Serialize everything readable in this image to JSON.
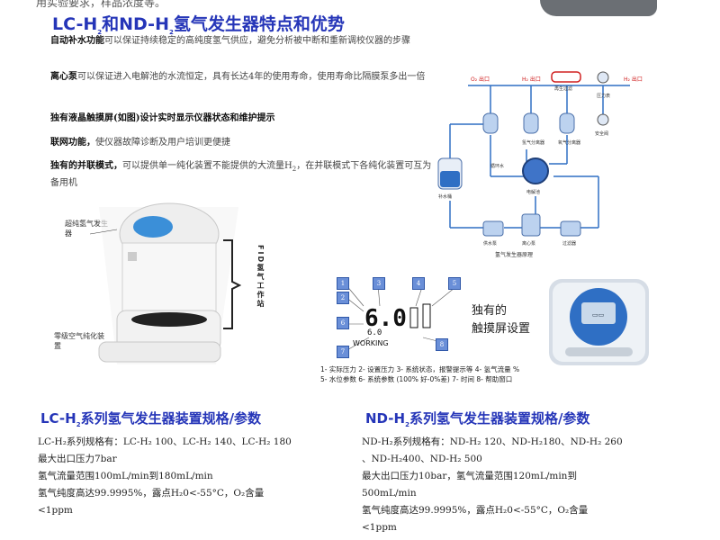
{
  "top_cut_text": "用实验要求，样品浓度等。",
  "main_title": {
    "prefix": "LC-H",
    "sub1": "2",
    "mid": "和ND-H",
    "sub2": "2",
    "suffix": "氢气发生器特点和优势"
  },
  "features": [
    {
      "bold": "自动补水功能",
      "text": "可以保证持续稳定的高纯度氢气供应，避免分析被中断和重新调校仪器的步骤"
    },
    {
      "bold": "离心泵",
      "text": "可以保证进入电解池的水流恒定，具有长达4年的使用寿命，使用寿命比隔膜泵多出一倍"
    },
    {
      "bold": "独有液晶触摸屏(如图)设计实时显示仪器状态和维护提示",
      "text": ""
    },
    {
      "bold": "联网功能，",
      "text": "使仪器故障诊断及用户培训更便捷"
    },
    {
      "bold": "独有的并联模式，",
      "text": "可以提供单一纯化装置不能提供的大流量H",
      "sub": "2",
      "text2": "，在并联模式下各纯化装置可互为备用机"
    }
  ],
  "generator_labels": {
    "h2_gen": "超纯氢气发生器",
    "air_gen": "零级空气纯化装置",
    "fid": "FID氢气工作站"
  },
  "flow_diagram": {
    "top_labels": [
      "O₂ 出口",
      "H₂ 出口",
      "再生过滤",
      "H₂ 出口"
    ],
    "node_labels": [
      "压力表",
      "氢气分离器",
      "氧气分离器",
      "电解池",
      "补水桶",
      "安全阀",
      "循环水",
      "供水泵",
      "离心泵",
      "过滤器"
    ],
    "bottom": "氢气发生器原理"
  },
  "touch_screen": {
    "display_value": "6.0",
    "display_sub": "6.0",
    "status": "WORKING",
    "badges": [
      "1",
      "2",
      "3",
      "4",
      "5",
      "6",
      "7",
      "8"
    ],
    "unique_line1": "独有的",
    "unique_line2": "触摸屏设置",
    "legend1": "1- 实际压力  2- 设置压力  3- 系统状态，报警提示等  4- 氢气流量 %",
    "legend2": "5- 水位参数  6- 系统参数 (100% 好-0%差)  7- 时间  8- 帮助窗口"
  },
  "lc_spec": {
    "title_prefix": "LC-H",
    "title_sub": "2",
    "title_suffix": "系列氢气发生器装置规格/参数",
    "line1": "LC-H₂系列规格有：LC-H₂ 100、LC-H₂ 140、LC-H₂ 180",
    "line2": "最大出口压力7bar",
    "line3": "氢气流量范围100mL/min到180mL/min",
    "line4": "氢气纯度高达99.9995%，露点H₂0<-55°C，O₂含量",
    "line5": "<1ppm"
  },
  "nd_spec": {
    "title_prefix": "ND-H",
    "title_sub": "2",
    "title_suffix": "系列氢气发生器装置规格/参数",
    "line1": "ND-H₂系列规格有：ND-H₂ 120、ND-H₂180、ND-H₂ 260",
    "line2": "、ND-H₂400、ND-H₂ 500",
    "line3": "最大出口压力10bar，氢气流量范围120mL/min到",
    "line4": "500mL/min",
    "line5": "氢气纯度高达99.9995%，露点H₂0<-55°C，O₂含量",
    "line6": "<1ppm"
  },
  "colors": {
    "title_blue": "#2535b8",
    "badge_blue": "#6a8fd8",
    "screen_blue": "#2f6fc4"
  }
}
